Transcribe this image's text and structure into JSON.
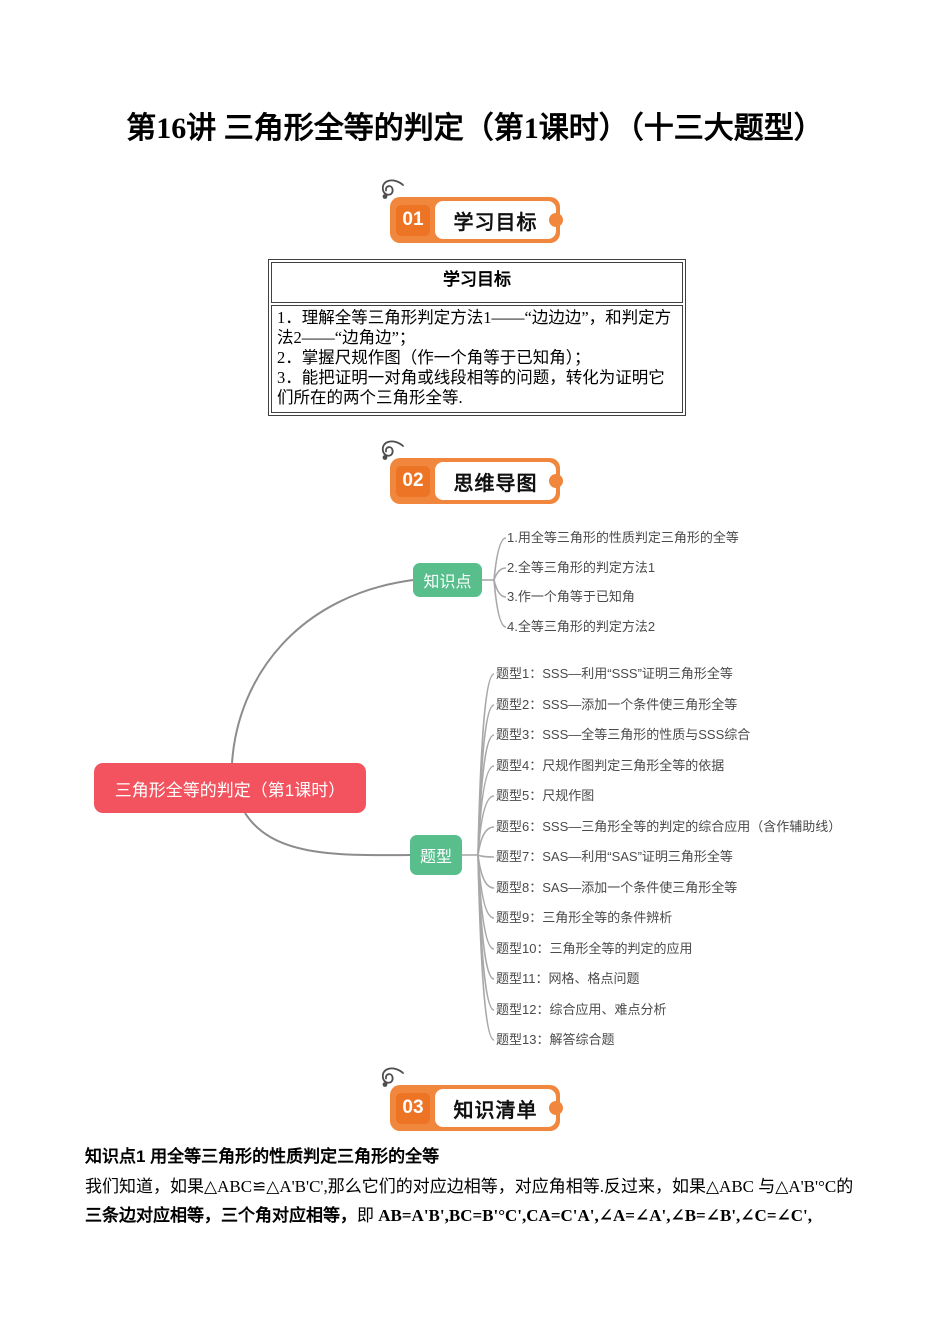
{
  "page": {
    "title": "第16讲 三角形全等的判定（第1课时）（十三大题型）"
  },
  "sections": [
    {
      "number": "01",
      "label": "学习目标"
    },
    {
      "number": "02",
      "label": "思维导图"
    },
    {
      "number": "03",
      "label": "知识清单"
    }
  ],
  "goals_table": {
    "header": "学习目标",
    "items": [
      "1．理解全等三角形判定方法1——“边边边”，和判定方法2——“边角边”；",
      "2．掌握尺规作图（作一个角等于已知角）；",
      "3．能把证明一对角或线段相等的问题，转化为证明它们所在的两个三角形全等."
    ]
  },
  "mindmap": {
    "root": "三角形全等的判定（第1课时）",
    "branches": [
      {
        "label": "知识点",
        "items": [
          "1.用全等三角形的性质判定三角形的全等",
          "2.全等三角形的判定方法1",
          "3.作一个角等于已知角",
          "4.全等三角形的判定方法2"
        ]
      },
      {
        "label": "题型",
        "items": [
          "题型1：SSS—利用“SSS”证明三角形全等",
          "题型2：SSS—添加一个条件使三角形全等",
          "题型3：SSS—全等三角形的性质与SSS综合",
          "题型4：尺规作图判定三角形全等的依据",
          "题型5：尺规作图",
          "题型6：SSS—三角形全等的判定的综合应用（含作辅助线）",
          "题型7：SAS—利用“SAS”证明三角形全等",
          "题型8：SAS—添加一个条件使三角形全等",
          "题型9：三角形全等的条件辨析",
          "题型10：三角形全等的判定的应用",
          "题型11：网格、格点问题",
          "题型12：综合应用、难点分析",
          "题型13：解答综合题"
        ]
      }
    ],
    "colors": {
      "root_bg": "#F2535E",
      "branch_bg": "#57BE8C",
      "line": "#8C8C8C",
      "item_text": "#4A4A4A"
    }
  },
  "badge_colors": {
    "outer_orange": "#F1873D",
    "number_orange": "#EE7425"
  },
  "knowledge": {
    "heading": "知识点1 用全等三角形的性质判定三角形的全等",
    "para1": "我们知道，如果△ABC≌△A'B'C',那么它们的对应边相等，对应角相等.反过来，如果△ABC 与△A'B'°C的",
    "para2_bold": "三条边对应相等，三个角对应相等，",
    "para2_mid": "即 ",
    "para2_formula": "AB=A'B',BC=B'°C',CA=C'A',∠A=∠A',∠B=∠B',∠C=∠C',"
  }
}
